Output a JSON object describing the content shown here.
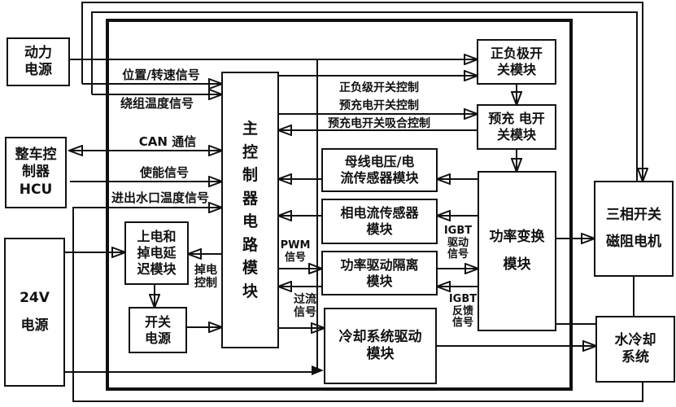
{
  "canvas": {
    "background_color": "#ffffff",
    "line_color": "#111111",
    "description": "Block diagram of a switched reluctance motor controller system"
  },
  "boxes": [
    {
      "id": "power-source",
      "lines": [
        "动力",
        "电源"
      ]
    },
    {
      "id": "hcu",
      "lines": [
        "整车控",
        "制器",
        "HCU"
      ]
    },
    {
      "id": "battery-24v",
      "lines": [
        "24V",
        "电源"
      ]
    },
    {
      "id": "main-controller",
      "lines": [
        "主",
        "控",
        "制",
        "器",
        "电",
        "路",
        "模",
        "块"
      ]
    },
    {
      "id": "pos-neg-switch",
      "lines": [
        "正负极开",
        "关模块"
      ]
    },
    {
      "id": "precharge-switch",
      "lines": [
        "预充 电开",
        "关模块"
      ]
    },
    {
      "id": "bus-sensor",
      "lines": [
        "母线电压/电",
        "流传感器模块"
      ]
    },
    {
      "id": "phase-sensor",
      "lines": [
        "相电流传感器",
        "模块"
      ]
    },
    {
      "id": "drive-isolation",
      "lines": [
        "功率驱动隔离",
        "模块"
      ]
    },
    {
      "id": "cooling-driver",
      "lines": [
        "冷却系统驱动",
        "模块"
      ]
    },
    {
      "id": "power-delay",
      "lines": [
        "上电和",
        "掉电延",
        "迟模块"
      ]
    },
    {
      "id": "switch-psu",
      "lines": [
        "开关",
        "电源"
      ]
    },
    {
      "id": "power-converter",
      "lines": [
        "功率变换",
        "模块"
      ]
    },
    {
      "id": "motor",
      "lines": [
        "三相开关",
        "磁阻电机"
      ]
    },
    {
      "id": "water-cooling",
      "lines": [
        "水冷却",
        "系统"
      ]
    }
  ],
  "wire_labels": [
    {
      "id": "pos-speed-label",
      "lines": [
        "位置/转速信号"
      ]
    },
    {
      "id": "winding-temp-label",
      "lines": [
        "绕组温度信号"
      ]
    },
    {
      "id": "can-label",
      "lines": [
        "CAN 通信"
      ]
    },
    {
      "id": "enable-label",
      "lines": [
        "使能信号"
      ]
    },
    {
      "id": "water-temp-label",
      "lines": [
        "进出水口温度信号"
      ]
    },
    {
      "id": "posneg-ctrl-label",
      "lines": [
        "正负级开关控制"
      ]
    },
    {
      "id": "precharge-ctrl-label",
      "lines": [
        "预充电开关控制"
      ]
    },
    {
      "id": "precharge-suction-label",
      "lines": [
        "预充电开关吸合控制"
      ]
    },
    {
      "id": "pwm-label",
      "lines": [
        "PWM",
        "信号"
      ]
    },
    {
      "id": "overcurrent-label",
      "lines": [
        "过流",
        "信号"
      ]
    },
    {
      "id": "igbt-drive-label",
      "lines": [
        "IGBT",
        "驱动",
        "信号"
      ]
    },
    {
      "id": "igbt-feedback-label",
      "lines": [
        "IGBT",
        "反馈",
        "信号"
      ]
    },
    {
      "id": "poweroff-ctrl-label",
      "lines": [
        "掉电",
        "控制"
      ]
    }
  ]
}
